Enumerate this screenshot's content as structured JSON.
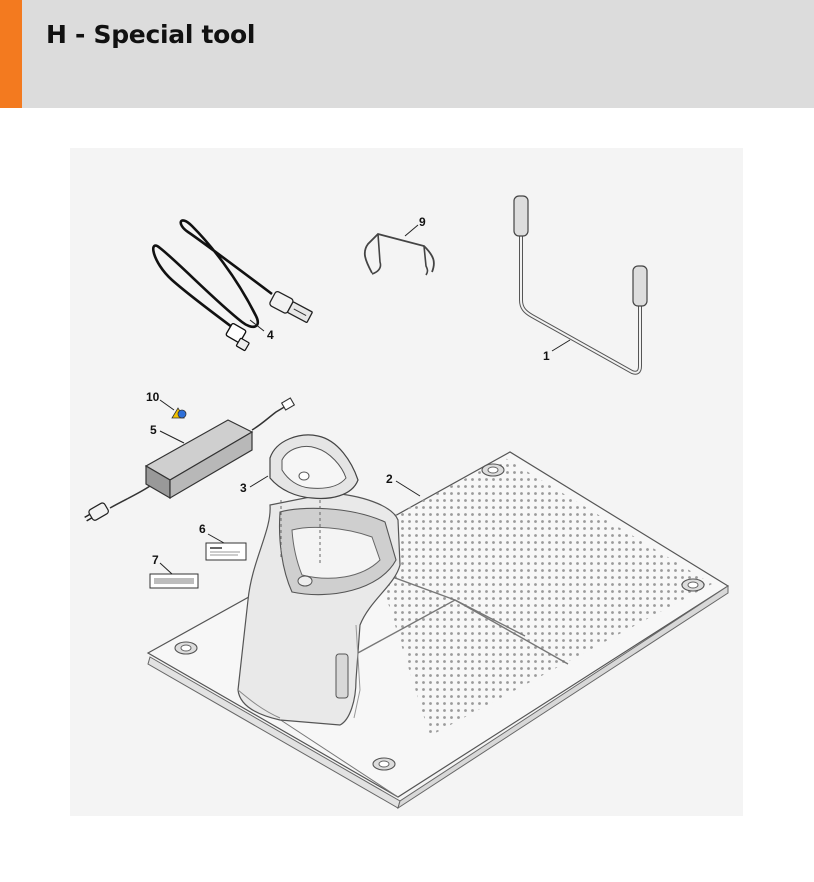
{
  "header": {
    "title": "H - Special tool",
    "accent_color": "#f37a1f",
    "background_color": "#dcdcdc"
  },
  "diagram": {
    "callouts": [
      "1",
      "2",
      "3",
      "4",
      "5",
      "6",
      "7",
      "9",
      "10"
    ]
  }
}
